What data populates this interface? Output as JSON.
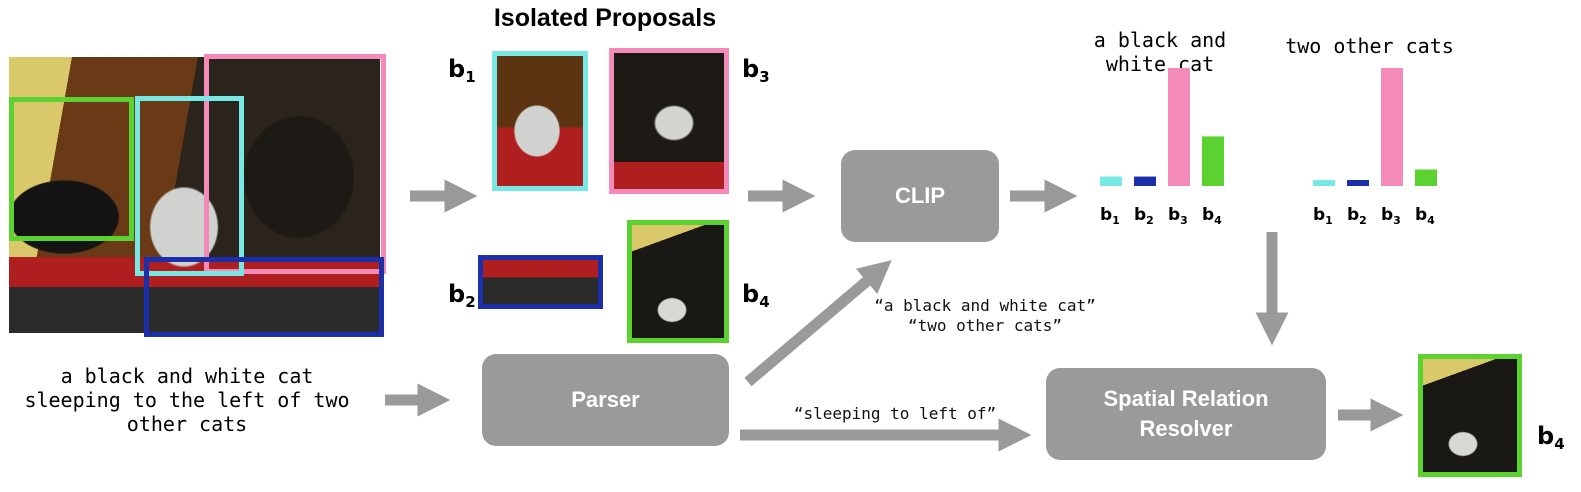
{
  "title": "Isolated Proposals",
  "input_text": "a black and white cat\nsleeping to the left of two\nother cats",
  "proposals": [
    {
      "id": "b1",
      "letter": "b",
      "sub": "1",
      "color": "#78e8e4"
    },
    {
      "id": "b2",
      "letter": "b",
      "sub": "2",
      "color": "#1a2fa8"
    },
    {
      "id": "b3",
      "letter": "b",
      "sub": "3",
      "color": "#f48ab8"
    },
    {
      "id": "b4",
      "letter": "b",
      "sub": "4",
      "color": "#5bd22f"
    }
  ],
  "modules": {
    "clip": "CLIP",
    "parser": "Parser",
    "resolver": "Spatial Relation\nResolver"
  },
  "quotes": {
    "noun_phrases": "“a black and white cat”\n“two other cats”",
    "relation": "“sleeping to left of”"
  },
  "score_charts": [
    {
      "title": "a black and\nwhite cat",
      "values": [
        0.08,
        0.08,
        1.0,
        0.42
      ]
    },
    {
      "title": "two other cats",
      "values": [
        0.05,
        0.05,
        1.0,
        0.14
      ]
    }
  ],
  "result_label": {
    "letter": "b",
    "sub": "4"
  },
  "colors": {
    "arrow": "#9a9a9a",
    "module": "#9a9a9a"
  }
}
